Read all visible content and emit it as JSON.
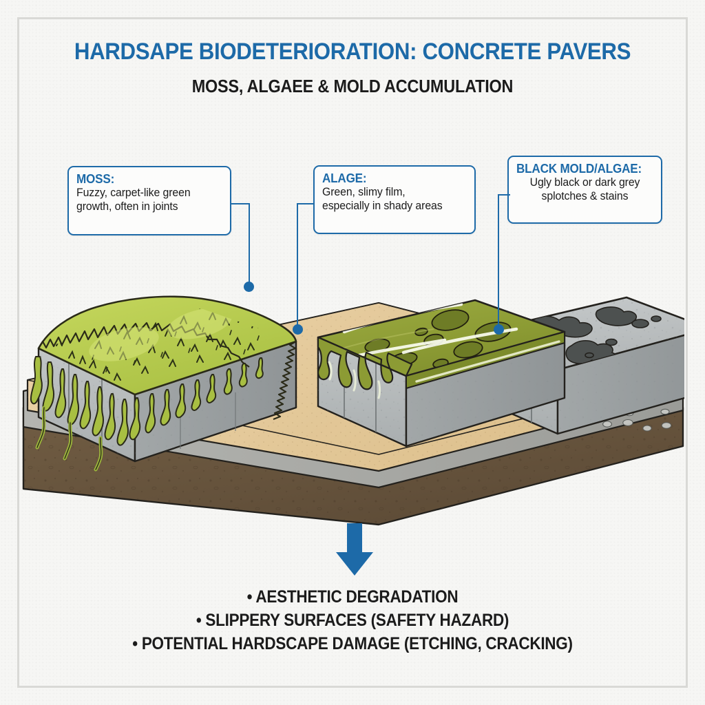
{
  "page": {
    "background_color": "#f6f6f4",
    "frame_color": "#d9d9d6",
    "accent_blue": "#1d6aa8",
    "text_dark": "#1b1b1b"
  },
  "header": {
    "title": "HARDSAPE BIODETERIORATION: CONCRETE PAVERS",
    "subtitle": "MOSS, ALGAEE & MOLD ACCUMULATION"
  },
  "callouts": [
    {
      "id": "moss",
      "heading": "MOSS:",
      "line1": "Fuzzy, carpet-like green",
      "line2": "growth, often in joints"
    },
    {
      "id": "algae",
      "heading": "ALAGE:",
      "line1": "Green, slimy film,",
      "line2": "especially in shady areas"
    },
    {
      "id": "black-mold",
      "heading": "BLACK MOLD/ALGAE:",
      "line1": "Ugly black or dark grey",
      "line2": "splotches & stains"
    }
  ],
  "illustration": {
    "type": "isometric-cutaway-diagram",
    "description": "Three concrete paver blocks on layered base",
    "blocks": [
      {
        "name": "moss-paver",
        "surface": "fuzzy moss carpet with hanging tendrils",
        "color": "#b7cd4e"
      },
      {
        "name": "algae-paver",
        "surface": "glossy slimy algae film with drips",
        "color": "#8d9b34"
      },
      {
        "name": "black-mold-paver",
        "surface": "dark grey/black splotches on concrete",
        "color": "#4d5150"
      }
    ],
    "layers": [
      {
        "name": "paver-concrete",
        "color": "#b9bdbd"
      },
      {
        "name": "bedding-sand",
        "color": "#e9cfa3"
      },
      {
        "name": "gravel-base",
        "color": "#a9aaa6"
      },
      {
        "name": "soil-subgrade",
        "color": "#6f5b42"
      }
    ]
  },
  "arrow": {
    "name": "down-arrow",
    "color": "#1d6aa8"
  },
  "consequences": [
    "• AESTHETIC DEGRADATION",
    "• SLIPPERY SURFACES (SAFETY HAZARD)",
    "• POTENTIAL HARDSCAPE DAMAGE (ETCHING, CRACKING)"
  ]
}
